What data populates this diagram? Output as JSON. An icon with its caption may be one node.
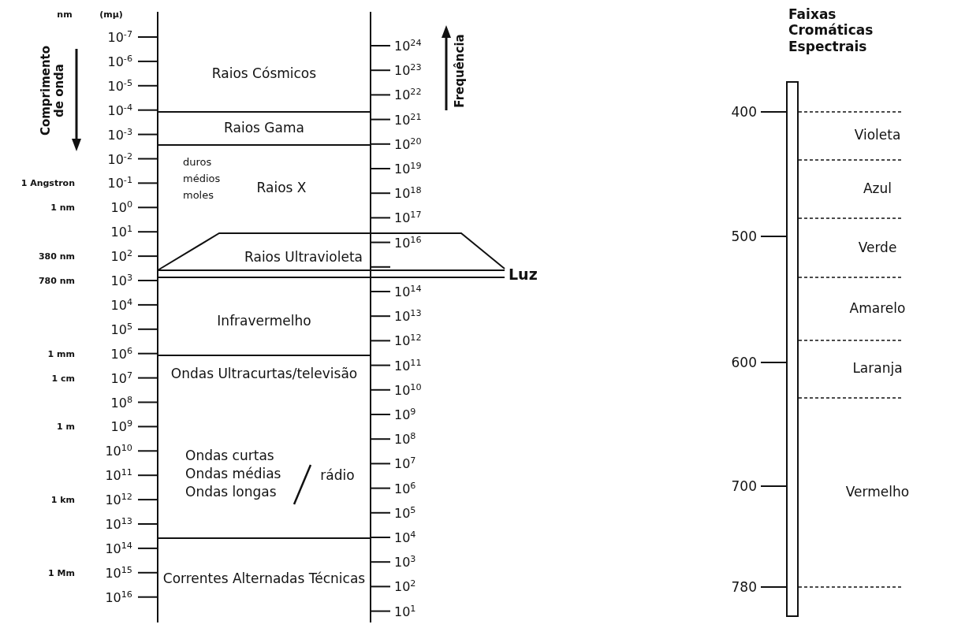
{
  "diagram": {
    "nodes": [
      {
        "text": [
          "Raios Cósmicos"
        ]
      },
      {
        "text": [
          "Raios Gama"
        ]
      },
      {
        "text": [
          "duros médios moles",
          "Raios X"
        ]
      },
      {
        "text": [
          "Raios Ultravioleta"
        ]
      },
      {
        "text": [
          "Infravermelho"
        ]
      },
      {
        "text": [
          "Ondas Ultracurtas/televisão",
          "Ondas curtas",
          "Ondas médias",
          "Ondas longas",
          "rádio"
        ]
      },
      {
        "text": [
          "Correntes Alternadas Técnicas"
        ]
      },
      {
        "text": [],
        "shape": "bar"
      },
      {
        "text": [
          "Violeta"
        ]
      },
      {
        "text": [
          "Azul"
        ]
      },
      {
        "text": [
          "Verde"
        ]
      },
      {
        "text": [
          "Amarelo"
        ]
      },
      {
        "text": [
          "Laranja"
        ]
      },
      {
        "text": [
          "Vermelho"
        ]
      }
    ],
    "edges": [],
    "labels": [
      "nm",
      "(mμ)",
      "Comprimento de onda",
      "10$^{-7}$",
      "10$^{-6}$",
      "10$^{-5}$",
      "10$^{-4}$",
      "10$^{-3}$",
      "10$^{-2}$",
      "10$^{-1}$",
      "10$^{0}$",
      "10$^{1}$",
      "10$^{2}$",
      "10$^{3}$",
      "10$^{4}$",
      "10$^{5}$",
      "10$^{6}$",
      "10$^{7}$",
      "10$^{8}$",
      "10$^{9}$",
      "10$^{10}$",
      "10$^{11}$",
      "10$^{12}$",
      "10$^{13}$",
      "10$^{14}$",
      "10$^{15}$",
      "10$^{16}$",
      "1 Angstron",
      "1 nm",
      "380 nm",
      "780 nm",
      "1 mm",
      "1 cm",
      "1 m",
      "1 km",
      "1 Mm",
      "10$^{24}$",
      "10$^{23}$",
      "10$^{22}$",
      "10$^{21}$",
      "10$^{20}$",
      "10$^{19}$",
      "10$^{18}$",
      "10$^{17}$",
      "10$^{16}$",
      "Luz",
      "10$^{14}$",
      "10$^{13}$",
      "10$^{12}$",
      "10$^{11}$",
      "10$^{10}$",
      "10$^{9}$",
      "10$^{8}$",
      "10$^{7}$",
      "10$^{6}$",
      "10$^{5}$",
      "10$^{4}$",
      "10$^{3}$",
      "10$^{2}$",
      "10$^{1}$",
      "Frequência",
      "Faixas Cromáticas Espectrais",
      "400",
      "500",
      "600",
      "700",
      "780"
    ]
  }
}
